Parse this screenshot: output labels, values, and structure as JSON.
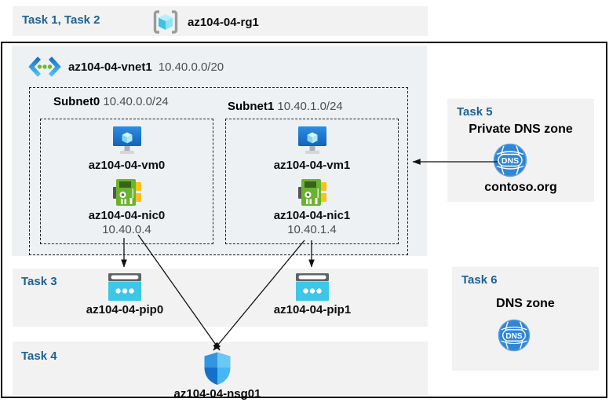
{
  "diagram": {
    "resource_group": {
      "tasks_label": "Task 1, Task 2",
      "name": "az104-04-rg1"
    },
    "vnet": {
      "name": "az104-04-vnet1",
      "cidr": "10.40.0.0/20"
    },
    "subnets": [
      {
        "label": "Subnet0",
        "cidr": "10.40.0.0/24",
        "vm_name": "az104-04-vm0",
        "nic_name": "az104-04-nic0",
        "nic_ip": "10.40.0.4"
      },
      {
        "label": "Subnet1",
        "cidr": "10.40.1.0/24",
        "vm_name": "az104-04-vm1",
        "nic_name": "az104-04-nic1",
        "nic_ip": "10.40.1.4"
      }
    ],
    "public_ips": {
      "task_label": "Task 3",
      "items": [
        "az104-04-pip0",
        "az104-04-pip1"
      ]
    },
    "nsg": {
      "task_label": "Task 4",
      "name": "az104-04-nsg01"
    },
    "private_dns": {
      "task_label": "Task 5",
      "title": "Private DNS zone",
      "zone_name": "contoso.org",
      "icon_label": "DNS"
    },
    "public_dns": {
      "task_label": "Task 6",
      "title": "DNS zone",
      "icon_label": "DNS"
    },
    "colors": {
      "task_text": "#1e6195",
      "band_bg": "#f2f2f2",
      "vnet_bg": "#eef1f4",
      "muted_text": "#4d4d4d"
    }
  }
}
